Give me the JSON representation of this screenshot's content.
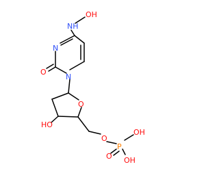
{
  "molecule": {
    "atom_labels": {
      "hydroxylamine_oh": "OH",
      "amine_nh": "NH",
      "ring_n3": "N",
      "carbonyl_o": "O",
      "ring_n1": "N",
      "ring_oxygen": "O",
      "sugar_hydroxyl": "HO",
      "ester_oxygen": "O",
      "phosphorus": "P",
      "phosphate_oh_upper": "OH",
      "phosphate_oxo": "O",
      "phosphate_oh_lower": "OH"
    }
  },
  "colors": {
    "bond": "#000000",
    "oxygen": "#ff0d0d",
    "nitrogen": "#3050f8",
    "phosphorus": "#ff8000"
  }
}
